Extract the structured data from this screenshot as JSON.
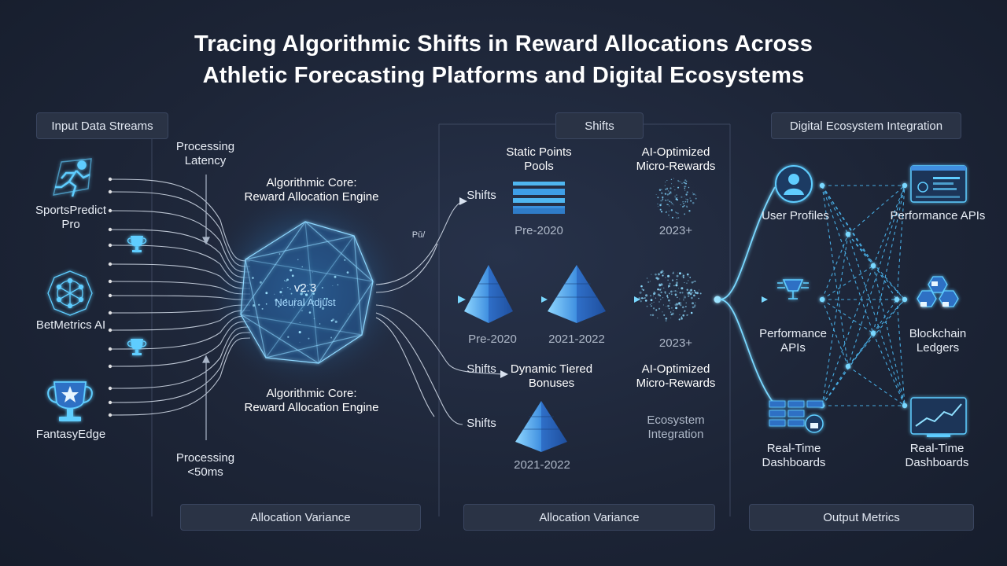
{
  "title": {
    "line1": "Tracing Algorithmic Shifts in Reward Allocations Across",
    "line2": "Athletic Forecasting Platforms and Digital Ecosystems"
  },
  "headers": {
    "input": "Input Data Streams",
    "shifts": "Shifts",
    "ecosystem": "Digital Ecosystem Integration"
  },
  "footers": {
    "left": "Allocation Variance",
    "middle": "Allocation Variance",
    "right": "Output Metrics"
  },
  "inputs": {
    "sportspredict": {
      "line1": "SportsPredict",
      "line2": "Pro"
    },
    "betmetrics": "BetMetrics AI",
    "fantasyedge": "FantasyEdge"
  },
  "core": {
    "version": "v2.3",
    "mode": "Neural Adjust",
    "top_label": {
      "line1": "Algorithmic Core:",
      "line2": "Reward Allocation Engine"
    },
    "bottom_label": {
      "line1": "Algorithmic Core:",
      "line2": "Reward Allocation Engine"
    },
    "latency_top": {
      "line1": "Processing",
      "line2": "Latency"
    },
    "latency_bottom": {
      "line1": "Processing",
      "line2": "<50ms"
    },
    "small_tag": "Pū/"
  },
  "shifts": {
    "shift_label": "Shifts",
    "static": {
      "line1": "Static Points",
      "line2": "Pools",
      "era": "Pre-2020"
    },
    "ai_top": {
      "line1": "AI-Optimized",
      "line2": "Micro-Rewards",
      "era": "2023+"
    },
    "pyramid_left_era": "Pre-2020",
    "pyramid_mid_era": "2021-2022",
    "cloud_mid_era": "2023+",
    "dynamic": {
      "line1": "Dynamic Tiered",
      "line2": "Bonuses"
    },
    "ai_bottom": {
      "line1": "AI-Optimized",
      "line2": "Micro-Rewards"
    },
    "ecosystem_note": {
      "line1": "Ecosystem",
      "line2": "Integration"
    },
    "pyramid_bottom_era": "2021-2022"
  },
  "ecosystem": {
    "user_profiles": "User Profiles",
    "performance_apis_top": "Performance APIs",
    "performance_apis_mid": {
      "line1": "Performance",
      "line2": "APIs"
    },
    "blockchain": {
      "line1": "Blockchain",
      "line2": "Ledgers"
    },
    "dashboards_left": {
      "line1": "Real-Time",
      "line2": "Dashboards"
    },
    "dashboards_right": {
      "line1": "Real-Time",
      "line2": "Dashboards"
    }
  },
  "colors": {
    "accent": "#4fc3ff",
    "background": "#1d2537",
    "panel": "#2a3345",
    "glow": "#7ad8ff"
  },
  "icons": {
    "sportspredict": "runner-icon",
    "betmetrics": "neural-network-icon",
    "fantasyedge": "trophy-star-icon",
    "small_trophy": "trophy-icon",
    "user": "user-icon",
    "api": "dashboard-screen-icon",
    "blockchain": "lock-hexagon-icon",
    "dashboards": "chart-screen-icon"
  }
}
